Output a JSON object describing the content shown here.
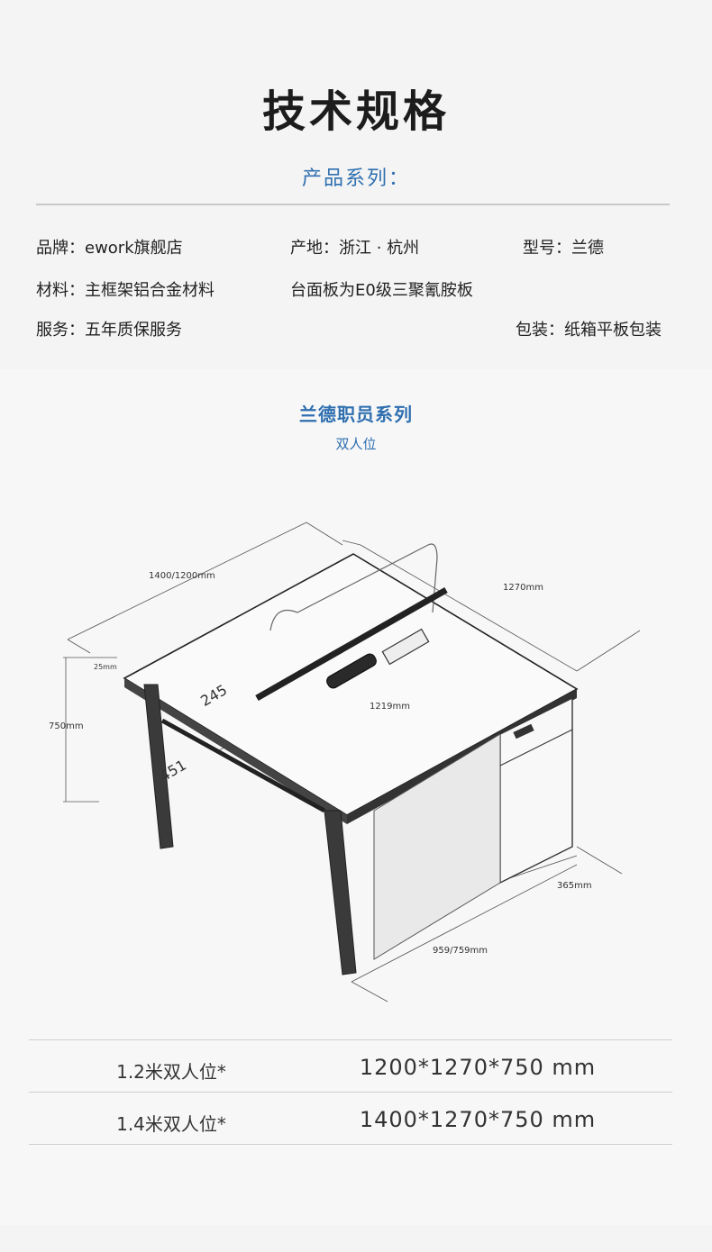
{
  "header": {
    "title": "技术规格",
    "subtitle": "产品系列："
  },
  "specs": {
    "brand": "品牌：ework旗舰店",
    "origin": "产地：浙江 · 杭州",
    "model": "型号：兰德",
    "material": "材料：主框架铝合金材料",
    "board": "台面板为E0级三聚氰胺板",
    "service": "服务：五年质保服务",
    "package": "包装：纸箱平板包装"
  },
  "series": {
    "title": "兰德职员系列",
    "subtitle": "双人位"
  },
  "diagram": {
    "dim_length": "1400/1200mm",
    "dim_depth": "1270mm",
    "dim_thickness": "25mm",
    "dim_height": "750mm",
    "dim_screen": "245",
    "dim_leg": "451",
    "dim_inner": "1219mm",
    "dim_pedestal": "365mm",
    "dim_width": "959/759mm"
  },
  "size_table": {
    "rows": [
      {
        "name": "1.2米双人位*",
        "size": "1200*1270*750 mm"
      },
      {
        "name": "1.4米双人位*",
        "size": "1400*1270*750 mm"
      }
    ]
  },
  "colors": {
    "accent": "#2f6fb0",
    "text": "#222222",
    "rule": "#c8c8c8"
  }
}
